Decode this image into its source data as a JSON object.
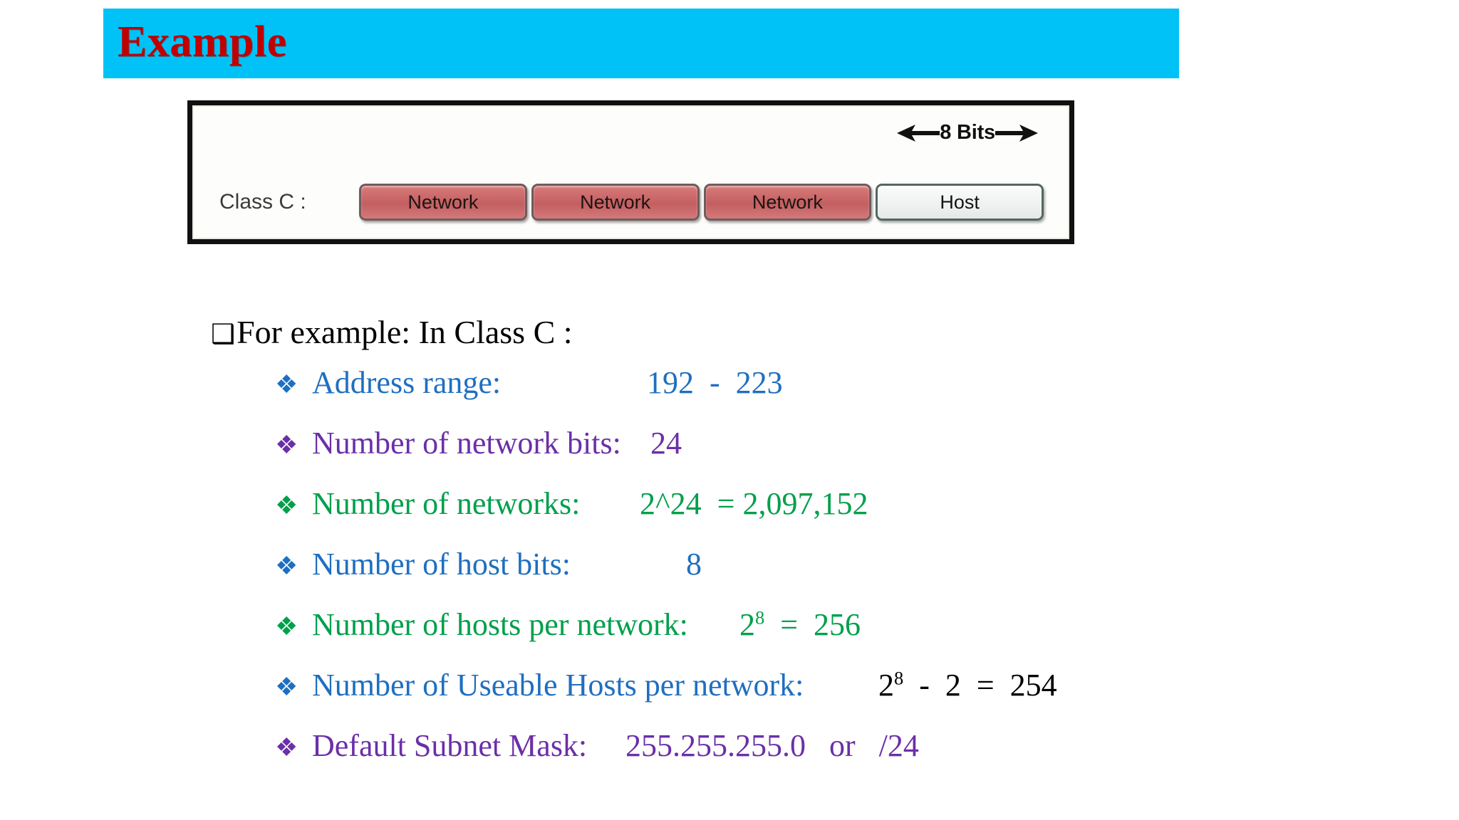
{
  "slide": {
    "title": "Example",
    "title_color": "#c00000",
    "banner_color": "#00c2f7"
  },
  "diagram": {
    "bits_label": "8 Bits",
    "class_label": "Class C :",
    "octets": [
      {
        "label": "Network",
        "kind": "network"
      },
      {
        "label": "Network",
        "kind": "network"
      },
      {
        "label": "Network",
        "kind": "network"
      },
      {
        "label": "Host",
        "kind": "host"
      }
    ],
    "network_color": "#c96a6b",
    "host_color": "#eef1f0"
  },
  "body": {
    "lead_bullet": "❑",
    "lead_text": "For example: In Class C :",
    "bullet_glyph": "❖",
    "colors": {
      "blue": "#1f6fc0",
      "purple": "#6b2fa8",
      "green": "#00a04b",
      "black": "#000000"
    },
    "items": [
      {
        "bullet_icon": "diamond-cluster-icon",
        "label": "Address range:",
        "value": "192  -  223",
        "color": "#1f6fc0",
        "value_color": "#1f6fc0",
        "label_width": 350,
        "value_indent": 120,
        "superscript": ""
      },
      {
        "bullet_icon": "diamond-cluster-icon",
        "label": "Number of network bits:",
        "value": "24",
        "color": "#6b2fa8",
        "value_color": "#6b2fa8",
        "label_width": 475,
        "value_indent": 0,
        "superscript": ""
      },
      {
        "bullet_icon": "diamond-cluster-icon",
        "label": "Number of networks:",
        "value": "2^24  = 2,097,152",
        "color": "#00a04b",
        "value_color": "#00a04b",
        "label_width": 410,
        "value_indent": 50,
        "superscript": ""
      },
      {
        "bullet_icon": "diamond-cluster-icon",
        "label": "Number of host bits:",
        "value": "8",
        "color": "#1f6fc0",
        "value_color": "#1f6fc0",
        "label_width": 400,
        "value_indent": 125,
        "superscript": ""
      },
      {
        "bullet_icon": "diamond-cluster-icon",
        "label": "Number of hosts per network:",
        "value_base": "2",
        "value_sup": "8",
        "value_rest": "  =  256",
        "color": "#00a04b",
        "value_color": "#00a04b",
        "label_width": 580,
        "value_indent": 20,
        "superscript": "8"
      },
      {
        "bullet_icon": "diamond-cluster-icon",
        "label": "Number of Useable Hosts per network:",
        "value_base": "2",
        "value_sup": "8",
        "value_rest": "  -  2  =  254",
        "color": "#1f6fc0",
        "value_color": "#000000",
        "label_width": 760,
        "value_indent": 35,
        "superscript": "8"
      },
      {
        "bullet_icon": "diamond-cluster-icon",
        "label": "Default Subnet Mask:",
        "value": "255.255.255.0   or   /24",
        "color": "#6b2fa8",
        "value_color": "#6b2fa8",
        "label_width": 430,
        "value_indent": 10,
        "superscript": ""
      }
    ]
  }
}
